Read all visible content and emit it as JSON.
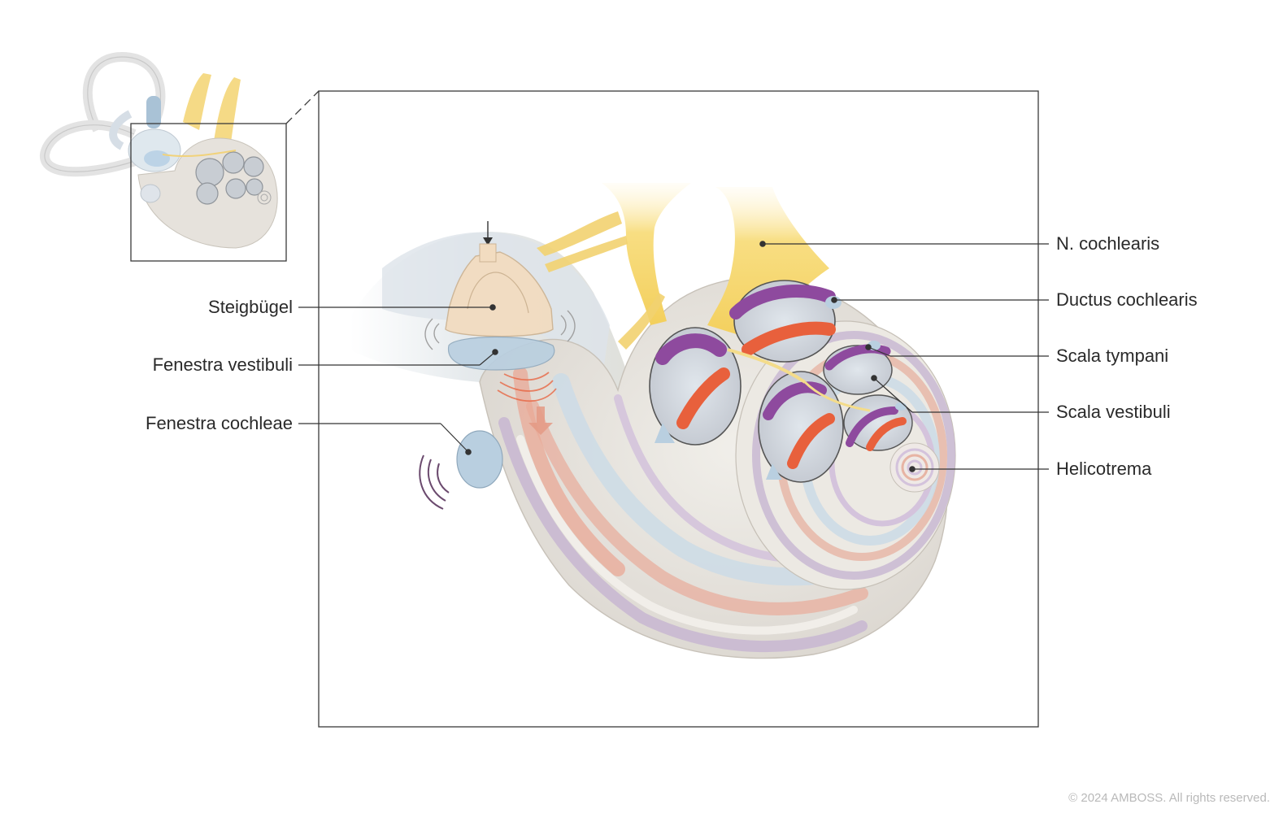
{
  "labels": {
    "steigbuegel": "Steigbügel",
    "fenestra_vestibuli": "Fenestra vestibuli",
    "fenestra_cochleae": "Fenestra cochleae",
    "n_cochlearis": "N. cochlearis",
    "ductus_cochlearis": "Ductus cochlearis",
    "scala_tympani": "Scala tympani",
    "scala_vestibuli": "Scala vestibuli",
    "helicotrema": "Helicotrema"
  },
  "copyright": "© 2024 AMBOSS. All rights reserved.",
  "colors": {
    "nerve": "#f7dc7a",
    "bone": "#e4e0d8",
    "scala_tympani": "#e8603c",
    "scala_vestibuli": "#8e4a9e",
    "membrane": "#b9cfe0",
    "stapes": "#f2dcc0",
    "leader": "#333333"
  }
}
